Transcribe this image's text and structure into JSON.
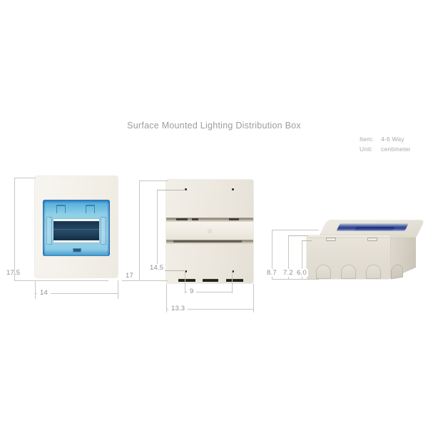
{
  "header": {
    "title": "Surface Mounted Lighting Distribution Box",
    "meta": [
      {
        "key": "Item:",
        "value": "4-6 Way"
      },
      {
        "key": "Unit:",
        "value": "centimeter"
      }
    ]
  },
  "views": {
    "front": {
      "name": "front-view",
      "dimensions": {
        "height": "17.5",
        "width": "14"
      }
    },
    "back": {
      "name": "back-view",
      "dimensions": {
        "overall_height": "17",
        "mount_height": "14.5",
        "mount_width": "9",
        "overall_width": "13.3"
      }
    },
    "iso": {
      "name": "perspective-view",
      "dimensions": {
        "overall_depth": "8.7",
        "body_depth": "7.2",
        "base_depth": "6.0"
      }
    }
  },
  "colors": {
    "case": "#EDE9E0",
    "cover_blue": "#87CEE9",
    "cover_blue_edge": "#1662B2",
    "lid_blue": "#2C3F8D",
    "text": "#9D9D9D",
    "dimension_line": "#C9C6C0",
    "background": "#FFFFFF"
  }
}
